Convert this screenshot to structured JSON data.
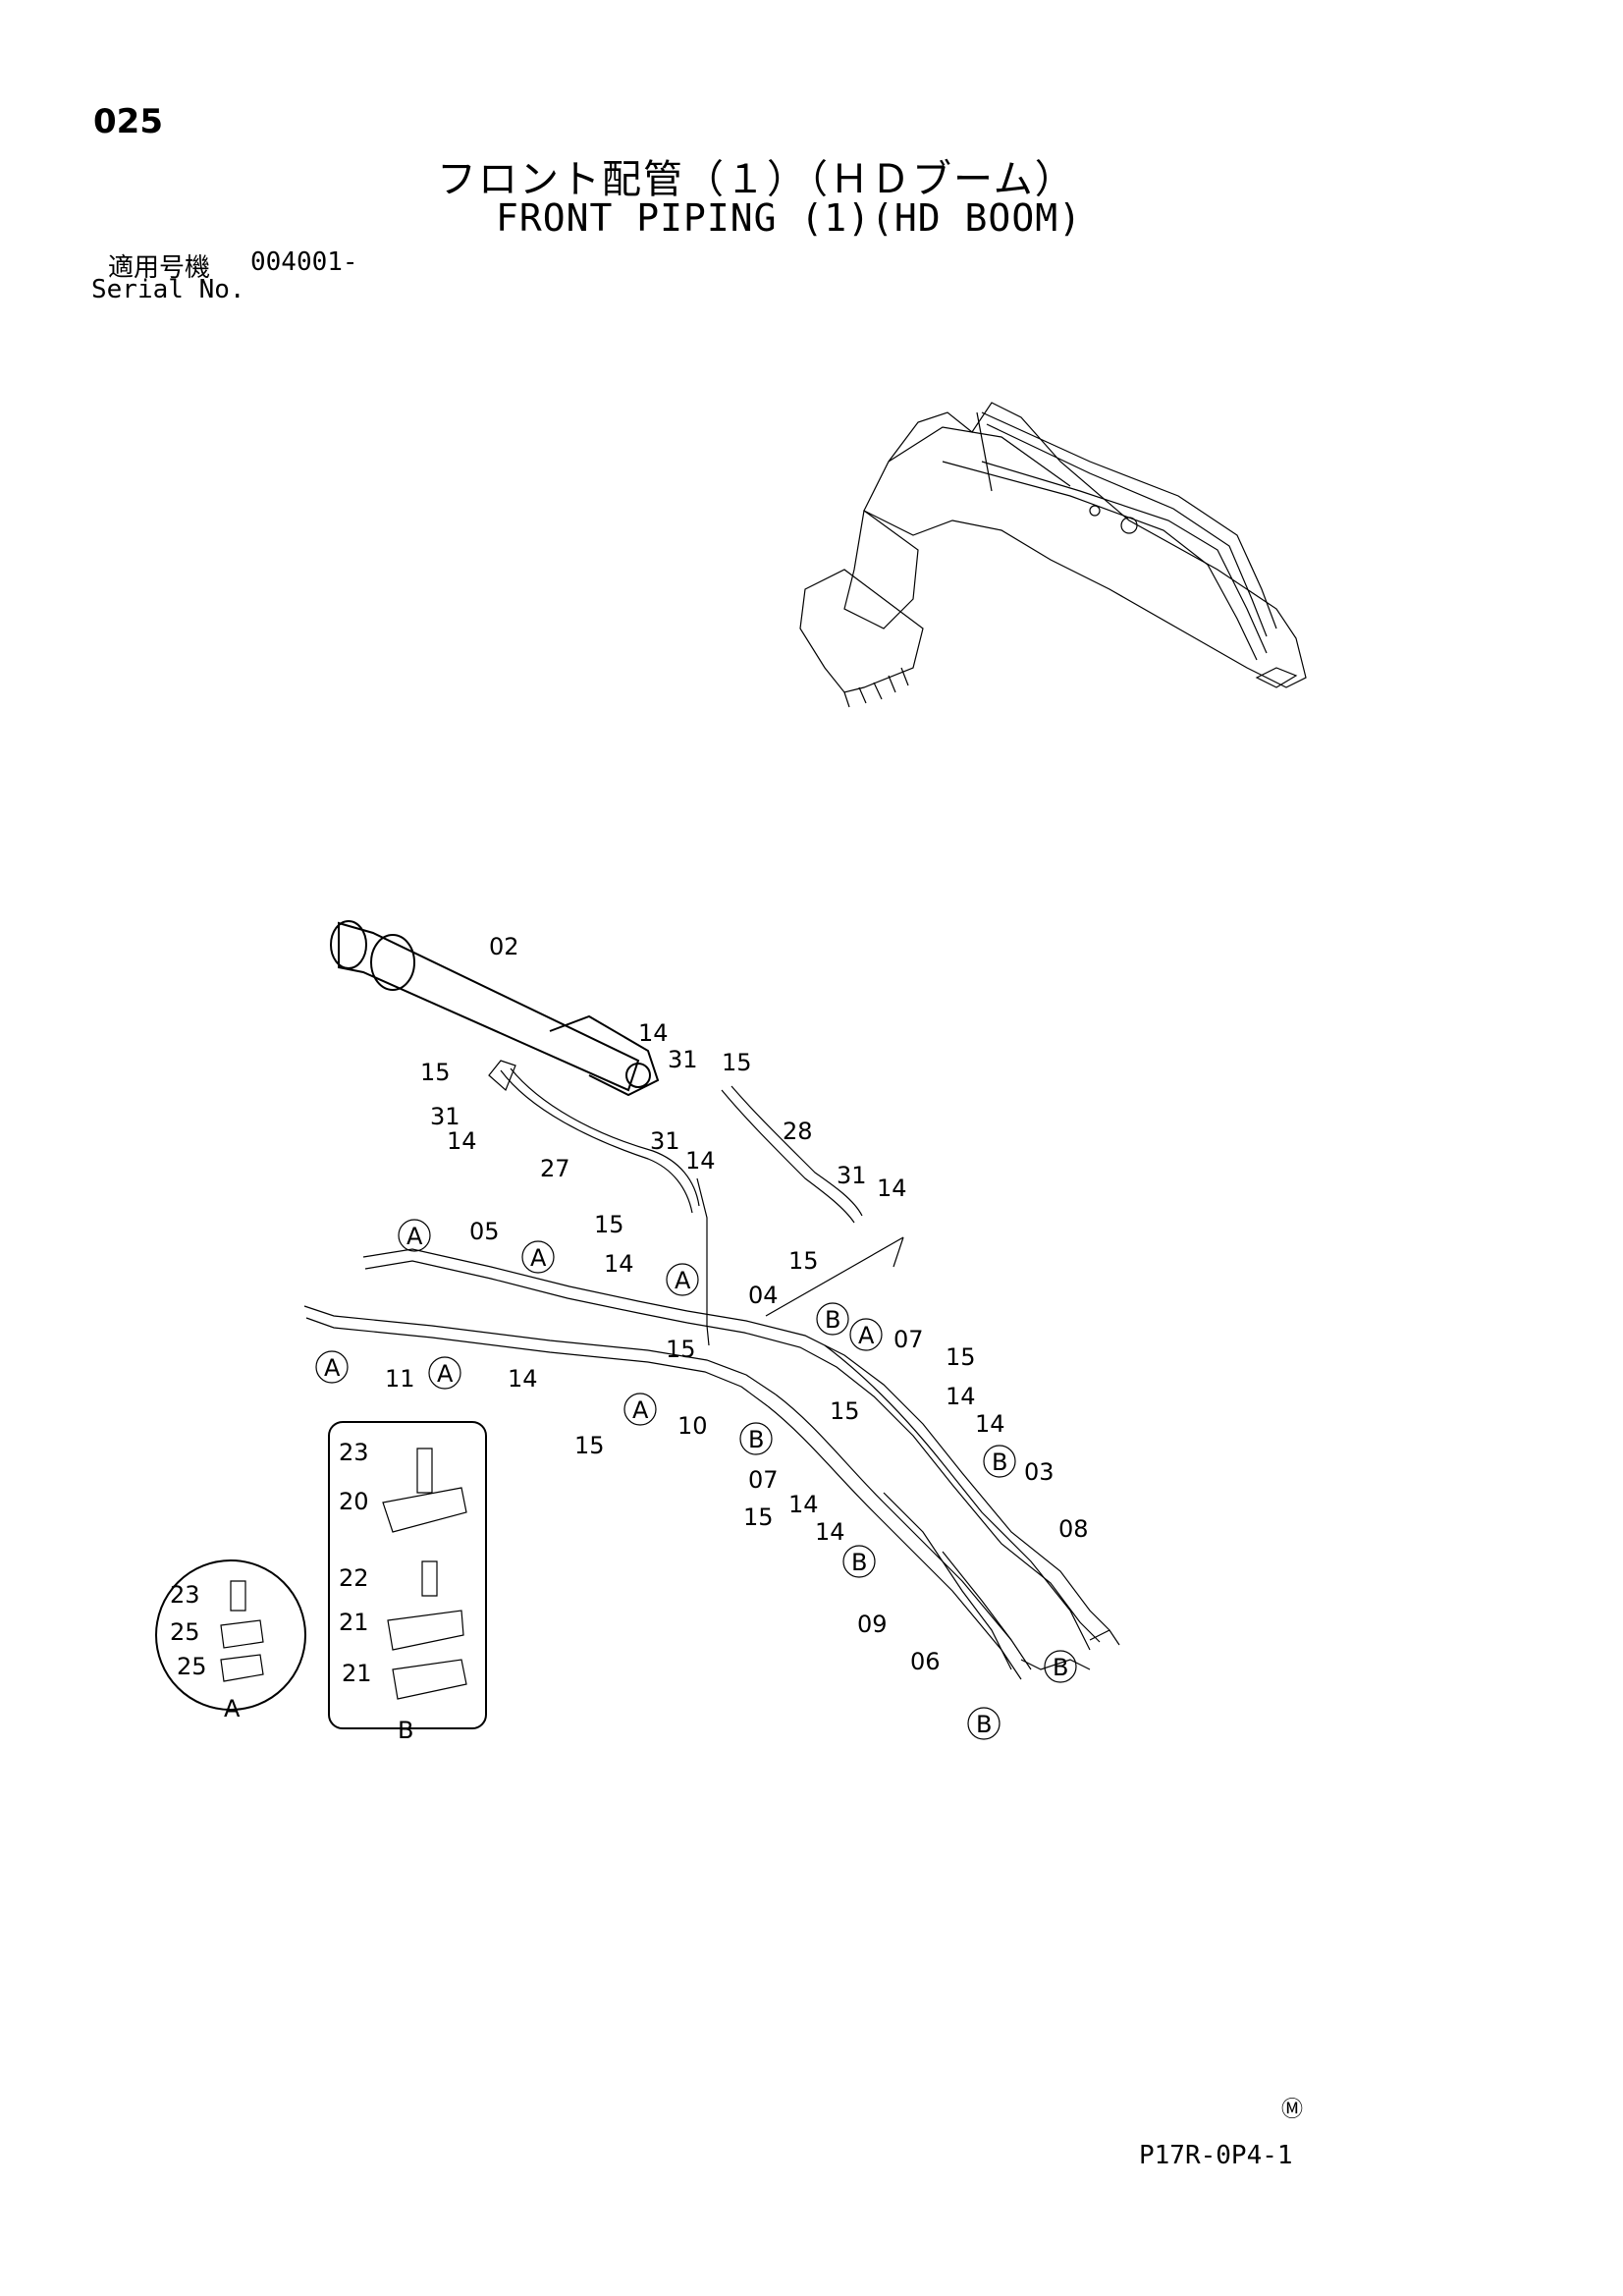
{
  "page_number": "025",
  "title_ja": "フロント配管（１）（ＨＤブーム）",
  "title_en": "FRONT PIPING (1)(HD BOOM)",
  "serial_label_ja": "適用号機",
  "serial_value": "004001-",
  "serial_label_en": "Serial No.",
  "drawing_code": "P17R-0P4-1",
  "mark": "Ⓜ",
  "part_callouts": [
    {
      "id": "c02",
      "text": "02"
    },
    {
      "id": "c14a",
      "text": "14"
    },
    {
      "id": "c31a",
      "text": "31"
    },
    {
      "id": "c15a",
      "text": "15"
    },
    {
      "id": "c15b",
      "text": "15"
    },
    {
      "id": "c31b",
      "text": "31"
    },
    {
      "id": "c14b",
      "text": "14"
    },
    {
      "id": "c27",
      "text": "27"
    },
    {
      "id": "c31c",
      "text": "31"
    },
    {
      "id": "c14c",
      "text": "14"
    },
    {
      "id": "c15c",
      "text": "15"
    },
    {
      "id": "c28",
      "text": "28"
    },
    {
      "id": "c31d",
      "text": "31"
    },
    {
      "id": "c14d",
      "text": "14"
    },
    {
      "id": "c15d",
      "text": "15"
    },
    {
      "id": "c05",
      "text": "05"
    },
    {
      "id": "c14e",
      "text": "14"
    },
    {
      "id": "c04",
      "text": "04"
    },
    {
      "id": "c15e",
      "text": "15"
    },
    {
      "id": "c11",
      "text": "11"
    },
    {
      "id": "c14f",
      "text": "14"
    },
    {
      "id": "c10",
      "text": "10"
    },
    {
      "id": "c15f",
      "text": "15"
    },
    {
      "id": "c07a",
      "text": "07"
    },
    {
      "id": "c15g",
      "text": "15"
    },
    {
      "id": "c14g",
      "text": "14"
    },
    {
      "id": "c15h",
      "text": "15"
    },
    {
      "id": "c14h",
      "text": "14"
    },
    {
      "id": "c07b",
      "text": "07"
    },
    {
      "id": "c15i",
      "text": "15"
    },
    {
      "id": "c14i",
      "text": "14"
    },
    {
      "id": "c14j",
      "text": "14"
    },
    {
      "id": "c03",
      "text": "03"
    },
    {
      "id": "c08",
      "text": "08"
    },
    {
      "id": "c09",
      "text": "09"
    },
    {
      "id": "c06",
      "text": "06"
    },
    {
      "id": "c23a",
      "text": "23"
    },
    {
      "id": "c20",
      "text": "20"
    },
    {
      "id": "c22",
      "text": "22"
    },
    {
      "id": "c21a",
      "text": "21"
    },
    {
      "id": "c21b",
      "text": "21"
    },
    {
      "id": "c23b",
      "text": "23"
    },
    {
      "id": "c25a",
      "text": "25"
    },
    {
      "id": "c25b",
      "text": "25"
    }
  ],
  "reference_markers": {
    "A": "A",
    "B": "B"
  },
  "detail_labels": {
    "detail_a": "A",
    "detail_b": "B"
  }
}
